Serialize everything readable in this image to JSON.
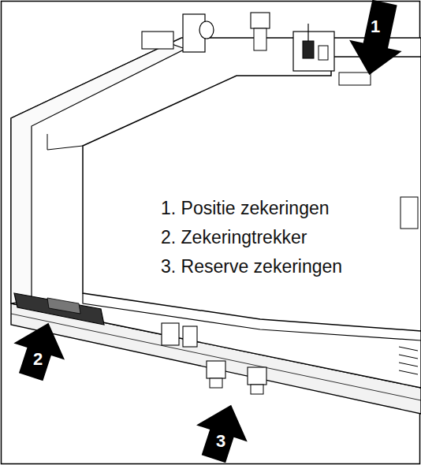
{
  "diagram": {
    "labels": [
      "1",
      "1. Positie zekeringen",
      "2. Zekeringtrekker",
      "3. Reserve zekeringen",
      "2",
      "3"
    ]
  }
}
